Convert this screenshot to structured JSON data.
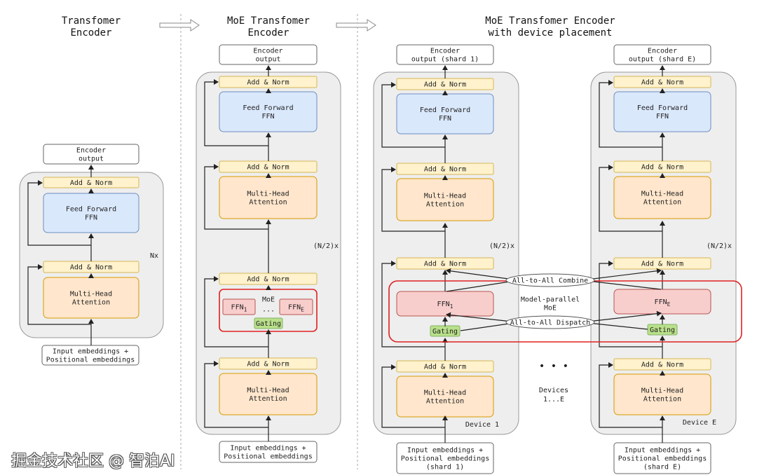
{
  "colors": {
    "add_norm_fill": "#fff2cc",
    "add_norm_stroke": "#d6b656",
    "ffn_fill": "#dae8fc",
    "ffn_stroke": "#6c8ebf",
    "attention_fill": "#ffe6cc",
    "attention_stroke": "#d79b00",
    "expert_fill": "#f8cecc",
    "expert_stroke": "#b85450",
    "gating_fill": "#b9e08a",
    "gating_stroke": "#82b366",
    "moe_border": "#e02020",
    "container_fill": "#eeeeee",
    "container_stroke": "#999999"
  },
  "col1": {
    "title": [
      "Transfomer",
      "Encoder"
    ],
    "output": [
      "Encoder",
      "output"
    ],
    "add_norm": [
      "Add & Norm"
    ],
    "ffn": [
      "Feed Forward",
      "FFN"
    ],
    "attention": [
      "Multi-Head",
      "Attention"
    ],
    "repeat": [
      "Nx"
    ],
    "input": [
      "Input embeddings +",
      "Positional embeddings"
    ]
  },
  "col2": {
    "title": [
      "MoE Transfomer",
      "Encoder"
    ],
    "output": [
      "Encoder",
      "output"
    ],
    "add_norm": [
      "Add & Norm"
    ],
    "ffn": [
      "Feed Forward",
      "FFN"
    ],
    "attention": [
      "Multi-Head",
      "Attention"
    ],
    "repeat": [
      "(N/2)x"
    ],
    "moe": [
      "MoE"
    ],
    "ellipsis": [
      "..."
    ],
    "ffn_1": {
      "base": "FFN",
      "sub": "1"
    },
    "ffn_e": {
      "base": "FFN",
      "sub": "E"
    },
    "gating": [
      "Gating"
    ],
    "input": [
      "Input embeddings +",
      "Positional embeddings"
    ]
  },
  "col3": {
    "title": [
      "MoE Transfomer Encoder",
      "with device placement"
    ],
    "device1": {
      "output": [
        "Encoder",
        "output (shard 1)"
      ],
      "label": [
        "Device 1"
      ],
      "input": [
        "Input embeddings +",
        "Positional embeddings",
        "(shard 1)"
      ],
      "ffn_expert": {
        "base": "FFN",
        "sub": "1"
      }
    },
    "deviceE": {
      "output": [
        "Encoder",
        "output (shard E)"
      ],
      "label": [
        "Device E"
      ],
      "input": [
        "Input embeddings +",
        "Positional embeddings",
        "(shard E)"
      ],
      "ffn_expert": {
        "base": "FFN",
        "sub": "E"
      }
    },
    "add_norm": [
      "Add & Norm"
    ],
    "ffn": [
      "Feed Forward",
      "FFN"
    ],
    "attention": [
      "Multi-Head",
      "Attention"
    ],
    "gating": [
      "Gating"
    ],
    "repeat": [
      "(N/2)x"
    ],
    "combine": [
      "All-to-All Combine"
    ],
    "dispatch": [
      "All-to-All Dispatch"
    ],
    "model_parallel": [
      "Model-parallel",
      "MoE"
    ],
    "dots": [
      "• • •"
    ],
    "devices": [
      "Devices",
      "1...E"
    ]
  },
  "watermark": "掘金技术社区 @ 智泊AI"
}
